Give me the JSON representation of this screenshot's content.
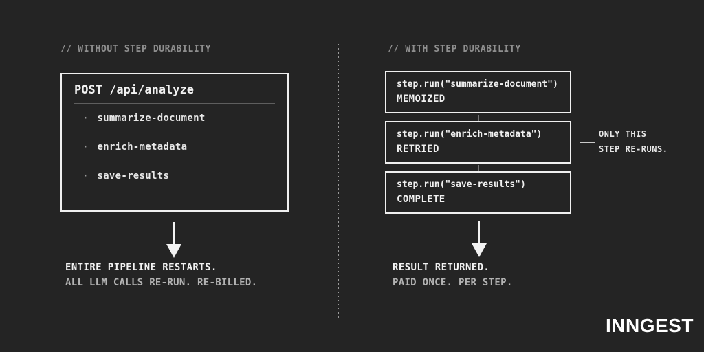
{
  "colors": {
    "background": "#242424",
    "border": "#f0f0f0",
    "text_primary": "#f2f2f2",
    "text_secondary": "#b3b3b3",
    "text_muted": "#8f8f8f"
  },
  "left_panel": {
    "header": "// WITHOUT STEP DURABILITY",
    "box": {
      "title": "POST /api/analyze",
      "bullet": "·",
      "items": [
        {
          "label": "summarize-document"
        },
        {
          "label": "enrich-metadata"
        },
        {
          "label": "save-results"
        }
      ]
    },
    "result_line1": "ENTIRE PIPELINE RESTARTS.",
    "result_line2": "ALL LLM CALLS RE-RUN. RE-BILLED."
  },
  "right_panel": {
    "header": "// WITH STEP DURABILITY",
    "steps": [
      {
        "code": "step.run(\"summarize-document\")",
        "status": "MEMOIZED"
      },
      {
        "code": "step.run(\"enrich-metadata\")",
        "status": "RETRIED"
      },
      {
        "code": "step.run(\"save-results\")",
        "status": "COMPLETE"
      }
    ],
    "annotation": {
      "line1": "ONLY THIS",
      "line2": "STEP RE-RUNS."
    },
    "result_line1": "RESULT RETURNED.",
    "result_line2": "PAID ONCE. PER STEP."
  },
  "footer": {
    "logo": "INNGEST"
  }
}
